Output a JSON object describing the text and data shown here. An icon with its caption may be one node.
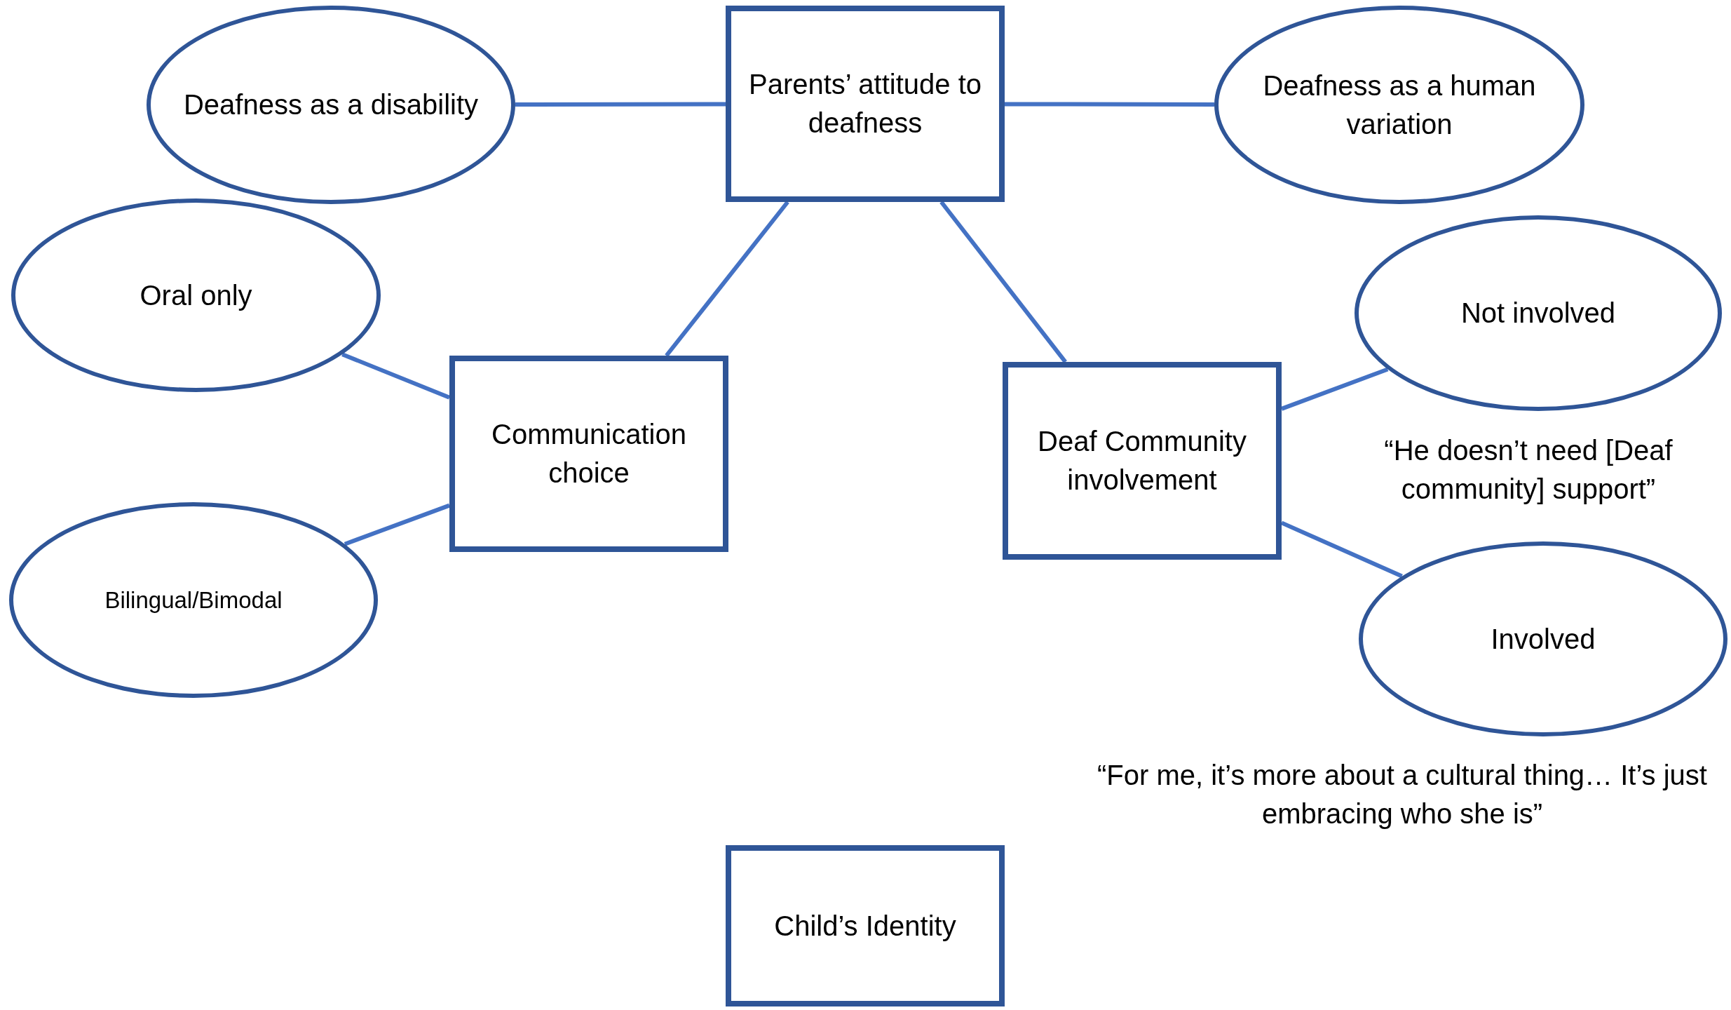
{
  "diagram": {
    "nodes": [
      {
        "text": [
          "Parents’ attitude to deafness"
        ]
      },
      {
        "text": [
          "Deafness as a disability"
        ]
      },
      {
        "text": [
          "Deafness as a human variation"
        ]
      },
      {
        "text": [
          "Oral only"
        ]
      },
      {
        "text": [
          "Communication choice"
        ]
      },
      {
        "text": [
          "Bilingual/Bimodal"
        ]
      },
      {
        "text": [
          "Deaf Community involvement"
        ]
      },
      {
        "text": [
          "Not involved"
        ]
      },
      {
        "text": [
          "Involved"
        ]
      },
      {
        "text": [
          "Child’s Identity"
        ]
      }
    ],
    "edges": [
      {
        "from": 1,
        "to": 0,
        "arrow": "none"
      },
      {
        "from": 0,
        "to": 2,
        "arrow": "none"
      },
      {
        "from": 0,
        "to": 4,
        "arrow": "none"
      },
      {
        "from": 0,
        "to": 6,
        "arrow": "none"
      },
      {
        "from": 3,
        "to": 4,
        "arrow": "none"
      },
      {
        "from": 5,
        "to": 4,
        "arrow": "none"
      },
      {
        "from": 6,
        "to": 7,
        "arrow": "none"
      },
      {
        "from": 6,
        "to": 8,
        "arrow": "none"
      }
    ],
    "labels": [
      "“He doesn’t need [Deaf community] support”",
      "“For me, it’s more about a cultural thing… It’s just embracing who she is”"
    ]
  }
}
